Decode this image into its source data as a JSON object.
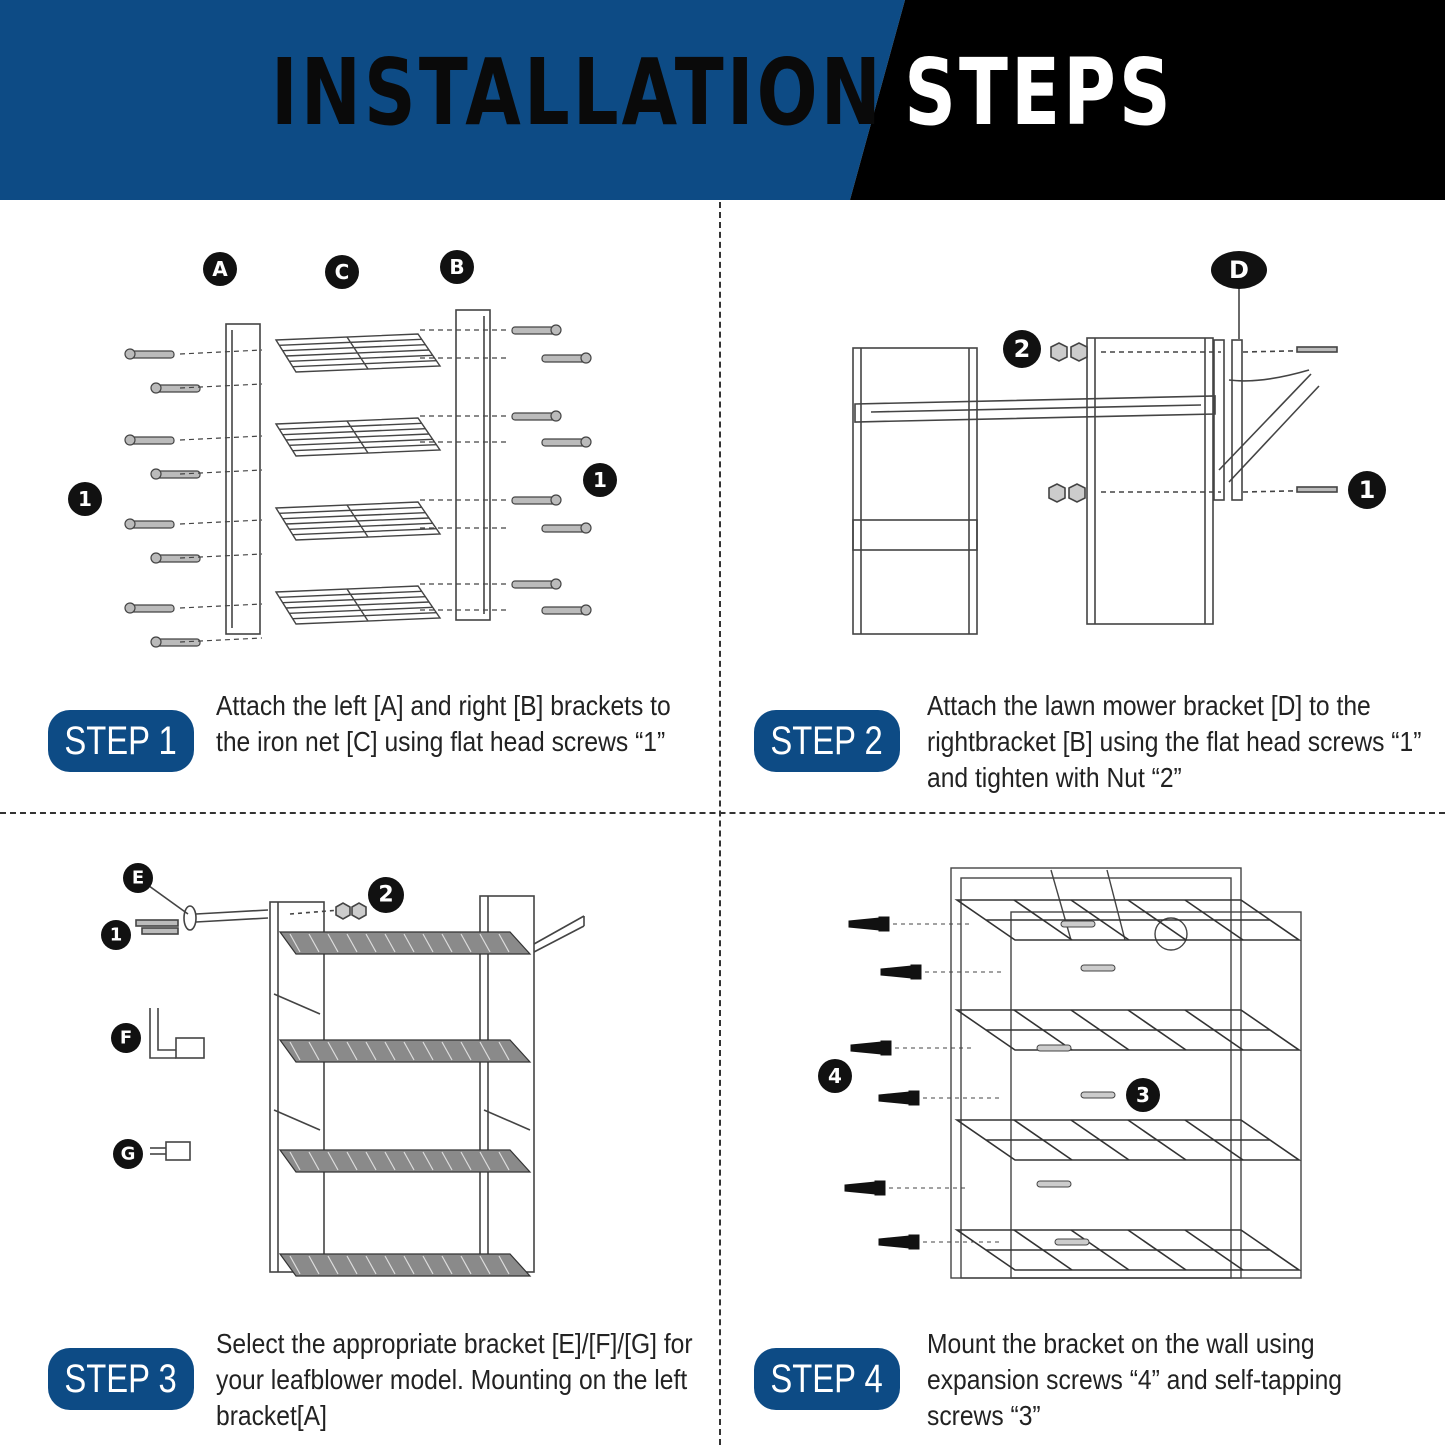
{
  "banner": {
    "title_part1": "INSTALLATION",
    "title_part2": "STEPS",
    "colors": {
      "left": "#0d4b85",
      "right": "#000000",
      "badge": "#0d4b85"
    }
  },
  "steps": [
    {
      "badge": "STEP 1",
      "text": "Attach the left [A] and right [B] brackets to the iron net [C] using flat head screws “1”",
      "callouts": {
        "a": "A",
        "c": "C",
        "b": "B",
        "one_left": "1",
        "one_right": "1"
      }
    },
    {
      "badge": "STEP 2",
      "text": "Attach the lawn mower bracket [D] to the rightbracket [B] using the flat head screws “1” and tighten with Nut “2”",
      "callouts": {
        "d": "D",
        "two": "2",
        "one": "1"
      }
    },
    {
      "badge": "STEP 3",
      "text": "Select the appropriate bracket [E]/[F]/[G] for your leafblower model. Mounting on the left bracket[A]",
      "callouts": {
        "e": "E",
        "one": "1",
        "two": "2",
        "f": "F",
        "g": "G"
      }
    },
    {
      "badge": "STEP 4",
      "text": "Mount the bracket on the wall using expansion screws “4” and self-tapping screws “3”",
      "callouts": {
        "four": "4",
        "three": "3"
      }
    }
  ]
}
